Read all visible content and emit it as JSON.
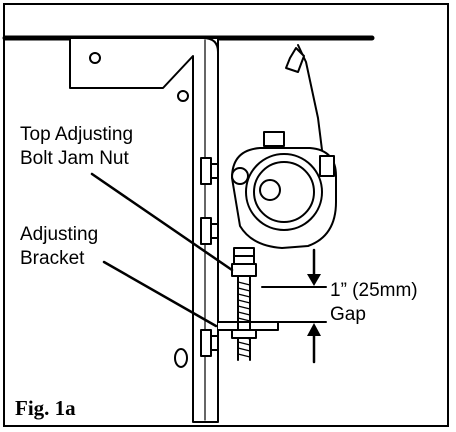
{
  "labels": {
    "top_bolt_line1": "Top Adjusting",
    "top_bolt_line2": "Bolt Jam Nut",
    "bracket_line1": "Adjusting",
    "bracket_line2": "Bracket",
    "gap_line1": "1” (25mm)",
    "gap_line2": "Gap",
    "figure": "Fig. 1a"
  },
  "colors": {
    "line": "#000000",
    "background": "#ffffff"
  }
}
